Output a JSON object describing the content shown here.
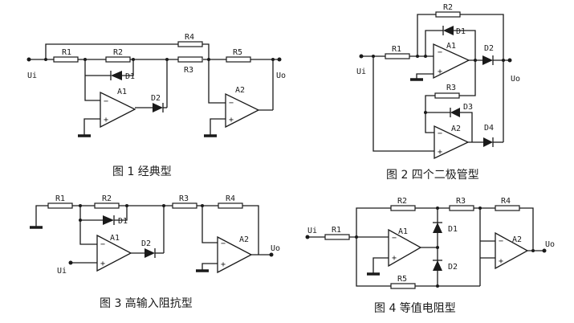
{
  "fig1": {
    "caption": "图 1 经典型",
    "labels": {
      "r1": "R1",
      "r2": "R2",
      "r3": "R3",
      "r4": "R4",
      "r5": "R5",
      "d1": "D1",
      "d2": "D2",
      "a1": "A1",
      "a2": "A2",
      "ui": "Ui",
      "uo": "Uo"
    }
  },
  "fig2": {
    "caption": "图 2 四个二极管型",
    "labels": {
      "r1": "R1",
      "r2": "R2",
      "r3": "R3",
      "d1": "D1",
      "d2": "D2",
      "d3": "D3",
      "d4": "D4",
      "a1": "A1",
      "a2": "A2",
      "ui": "Ui",
      "uo": "Uo"
    }
  },
  "fig3": {
    "caption": "图 3 高输入阻抗型",
    "labels": {
      "r1": "R1",
      "r2": "R2",
      "r3": "R3",
      "r4": "R4",
      "d1": "D1",
      "d2": "D2",
      "a1": "A1",
      "a2": "A2",
      "ui": "Ui",
      "uo": "Uo"
    }
  },
  "fig4": {
    "caption": "图 4 等值电阻型",
    "labels": {
      "r1": "R1",
      "r2": "R2",
      "r3": "R3",
      "r4": "R4",
      "r5": "R5",
      "d1": "D1",
      "d2": "D2",
      "a1": "A1",
      "a2": "A2",
      "ui": "Ui",
      "uo": "Uo"
    }
  },
  "signs": {
    "minus": "−",
    "plus": "+"
  }
}
